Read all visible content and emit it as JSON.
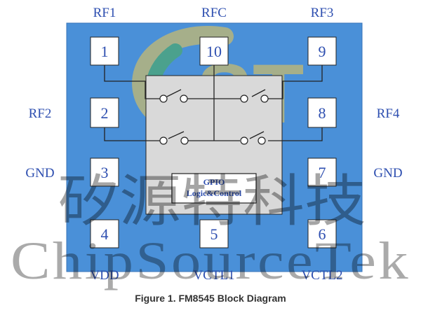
{
  "pins": {
    "rf1": {
      "label": "RF1",
      "number": "1"
    },
    "rfc": {
      "label": "RFC",
      "number": "10"
    },
    "rf3": {
      "label": "RF3",
      "number": "9"
    },
    "rf2": {
      "label": "RF2",
      "number": "2"
    },
    "rf4": {
      "label": "RF4",
      "number": "8"
    },
    "gnd_left": {
      "label": "GND",
      "number": "3"
    },
    "gnd_right": {
      "label": "GND",
      "number": "7"
    },
    "vdd": {
      "label": "VDD",
      "number": "4"
    },
    "vctl1": {
      "label": "VCTL1",
      "number": "5"
    },
    "vctl2": {
      "label": "VCTL2",
      "number": "6"
    }
  },
  "logic_block": {
    "line1": "GPIO",
    "line2": "Logic&Control"
  },
  "watermark": {
    "chinese": "矽源特科技",
    "english": "ChipSourceTek",
    "logo": "ST"
  },
  "caption": "Figure 1. FM8545 Block Diagram",
  "colors": {
    "package": "#4a90d8",
    "pin_box": "#ffffff",
    "core": "#d9d9d9",
    "text": "#2e4fb0"
  }
}
